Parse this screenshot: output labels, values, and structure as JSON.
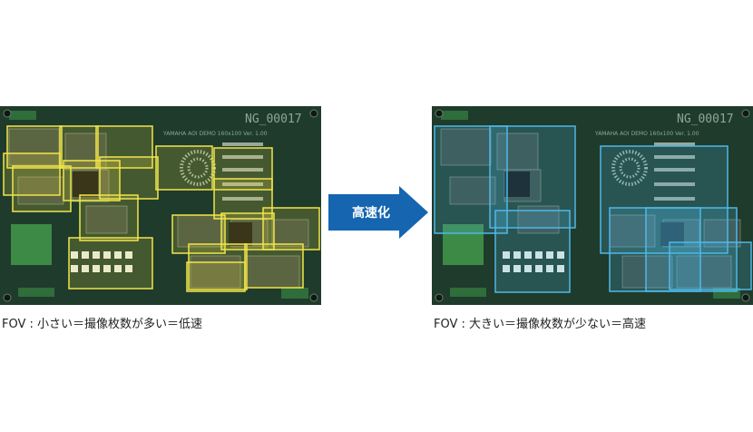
{
  "arrow": {
    "label": "高速化",
    "color": "#1565b0"
  },
  "left_panel": {
    "board_label": "NG_00017",
    "silkscreen": "YAMAHA AOI DEMO 160x100 Ver. 1.00",
    "box_color": "#f2e64a",
    "caption": "FOV : 小さい＝撮像枚数が多い＝低速"
  },
  "right_panel": {
    "board_label": "NG_00017",
    "silkscreen": "YAMAHA AOI DEMO 160x100 Ver. 1.00",
    "box_color": "#4fb8e8",
    "caption": "FOV : 大きい＝撮像枚数が少ない＝高速"
  },
  "board_colors": {
    "pcb": "#1f3b2c",
    "pcb_dark": "#132519"
  }
}
